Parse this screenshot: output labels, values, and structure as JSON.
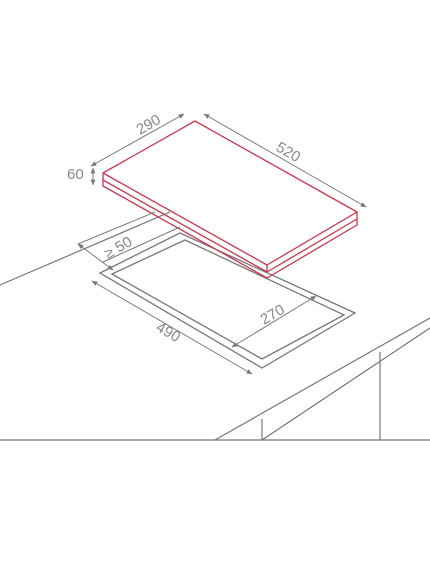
{
  "dimensions": {
    "depth": "290",
    "width": "520",
    "height": "60",
    "clearance": "≥ 50",
    "cutout_width": "490",
    "cutout_depth": "270"
  },
  "colors": {
    "hob_outline": "#c8364f",
    "lines": "#777777",
    "dimension_lines": "#7a7a7a",
    "text": "#888888"
  }
}
